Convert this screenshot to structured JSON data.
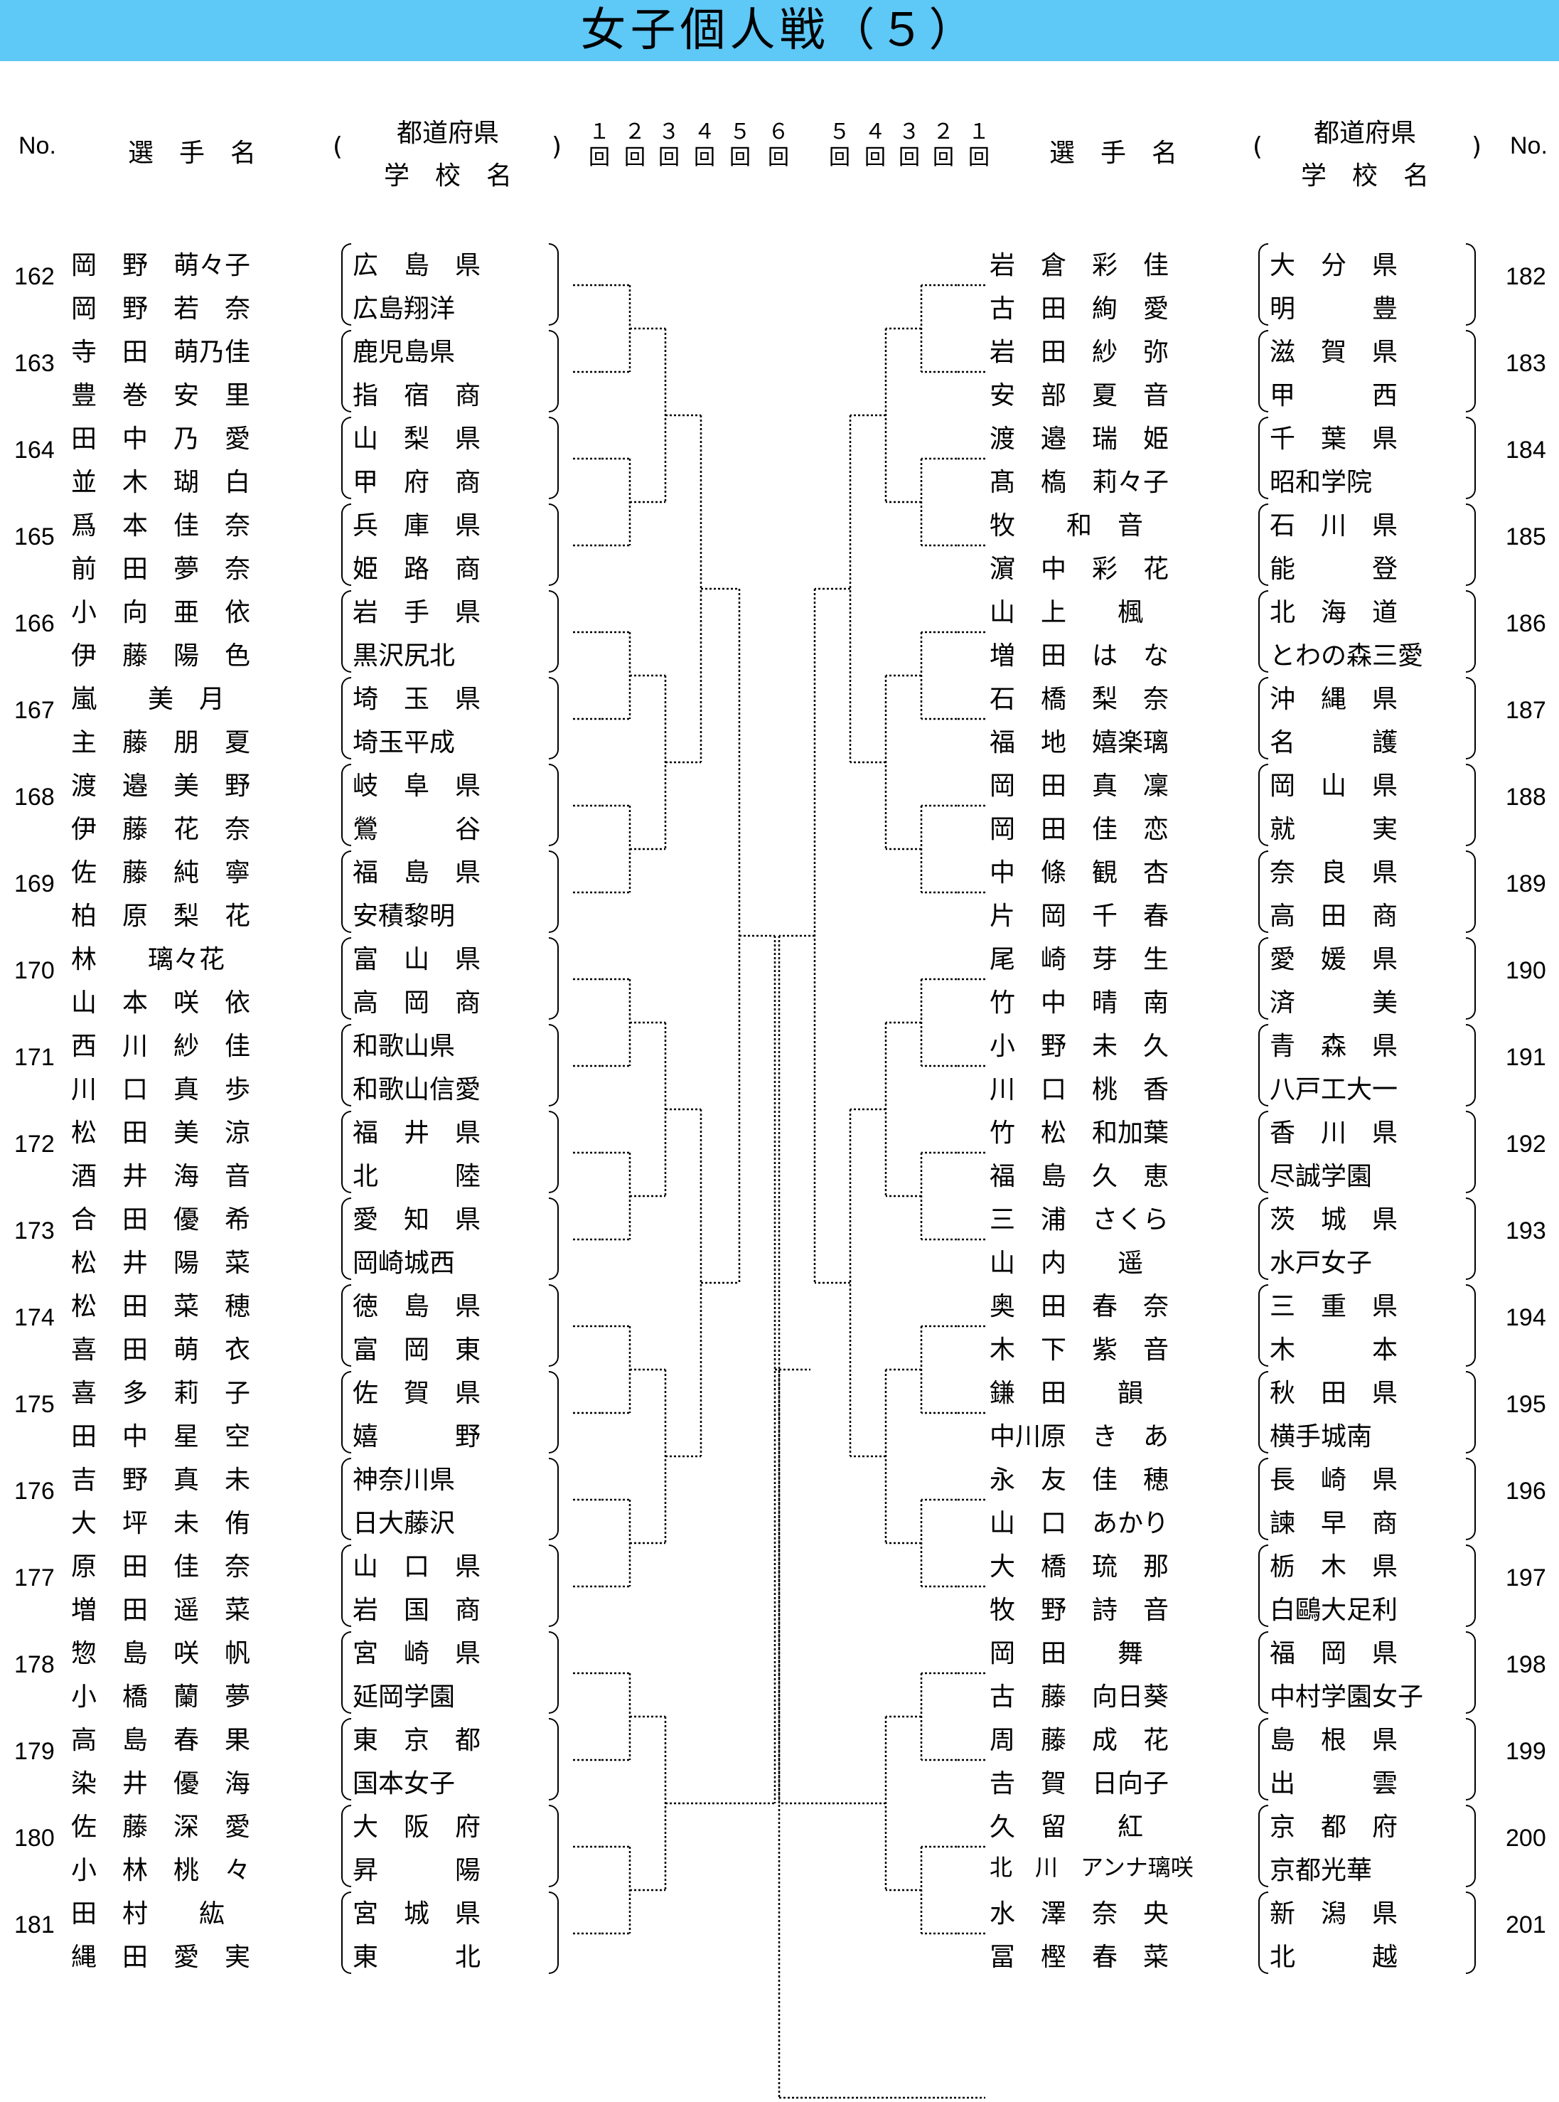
{
  "title": "女子個人戦（５）",
  "header": {
    "no": "No.",
    "player": "選　手　名",
    "pref": "都道府県",
    "school": "学　校　名",
    "paren_open": "(",
    "paren_close": ")",
    "rounds_left": [
      "１\n回",
      "２\n回",
      "３\n回",
      "４\n回",
      "５\n回"
    ],
    "round6": "６\n回",
    "rounds_right": [
      "５\n回",
      "４\n回",
      "３\n回",
      "２\n回",
      "１\n回"
    ]
  },
  "left": [
    {
      "no": "162",
      "p1": "岡　野　萌々子",
      "s1": "広　島　県",
      "p2": "岡　野　若　奈",
      "s2": "広島翔洋"
    },
    {
      "no": "163",
      "p1": "寺　田　萌乃佳",
      "s1": "鹿児島県",
      "p2": "豊　巻　安　里",
      "s2": "指　宿　商"
    },
    {
      "no": "164",
      "p1": "田　中　乃　愛",
      "s1": "山　梨　県",
      "p2": "並　木　瑚　白",
      "s2": "甲　府　商"
    },
    {
      "no": "165",
      "p1": "爲　本　佳　奈",
      "s1": "兵　庫　県",
      "p2": "前　田　夢　奈",
      "s2": "姫　路　商"
    },
    {
      "no": "166",
      "p1": "小　向　亜　依",
      "s1": "岩　手　県",
      "p2": "伊　藤　陽　色",
      "s2": "黒沢尻北"
    },
    {
      "no": "167",
      "p1": "嵐　　美　月",
      "s1": "埼　玉　県",
      "p2": "主　藤　朋　夏",
      "s2": "埼玉平成"
    },
    {
      "no": "168",
      "p1": "渡　邉　美　野",
      "s1": "岐　阜　県",
      "p2": "伊　藤　花　奈",
      "s2": "鶯　　　谷"
    },
    {
      "no": "169",
      "p1": "佐　藤　純　寧",
      "s1": "福　島　県",
      "p2": "柏　原　梨　花",
      "s2": "安積黎明"
    },
    {
      "no": "170",
      "p1": "林　　璃々花",
      "s1": "富　山　県",
      "p2": "山　本　咲　依",
      "s2": "高　岡　商"
    },
    {
      "no": "171",
      "p1": "西　川　紗　佳",
      "s1": "和歌山県",
      "p2": "川　口　真　歩",
      "s2": "和歌山信愛"
    },
    {
      "no": "172",
      "p1": "松　田　美　涼",
      "s1": "福　井　県",
      "p2": "酒　井　海　音",
      "s2": "北　　　陸"
    },
    {
      "no": "173",
      "p1": "合　田　優　希",
      "s1": "愛　知　県",
      "p2": "松　井　陽　菜",
      "s2": "岡崎城西"
    },
    {
      "no": "174",
      "p1": "松　田　菜　穂",
      "s1": "徳　島　県",
      "p2": "喜　田　萌　衣",
      "s2": "富　岡　東"
    },
    {
      "no": "175",
      "p1": "喜　多　莉　子",
      "s1": "佐　賀　県",
      "p2": "田　中　星　空",
      "s2": "嬉　　　野"
    },
    {
      "no": "176",
      "p1": "吉　野　真　未",
      "s1": "神奈川県",
      "p2": "大　坪　未　侑",
      "s2": "日大藤沢"
    },
    {
      "no": "177",
      "p1": "原　田　佳　奈",
      "s1": "山　口　県",
      "p2": "増　田　遥　菜",
      "s2": "岩　国　商"
    },
    {
      "no": "178",
      "p1": "惣　島　咲　帆",
      "s1": "宮　崎　県",
      "p2": "小　橋　蘭　夢",
      "s2": "延岡学園"
    },
    {
      "no": "179",
      "p1": "高　島　春　果",
      "s1": "東　京　都",
      "p2": "染　井　優　海",
      "s2": "国本女子"
    },
    {
      "no": "180",
      "p1": "佐　藤　深　愛",
      "s1": "大　阪　府",
      "p2": "小　林　桃　々",
      "s2": "昇　　　陽"
    },
    {
      "no": "181",
      "p1": "田　村　　紘",
      "s1": "宮　城　県",
      "p2": "縄　田　愛　実",
      "s2": "東　　　北"
    }
  ],
  "right": [
    {
      "no": "182",
      "p1": "岩　倉　彩　佳",
      "s1": "大　分　県",
      "p2": "古　田　絢　愛",
      "s2": "明　　　豊"
    },
    {
      "no": "183",
      "p1": "岩　田　紗　弥",
      "s1": "滋　賀　県",
      "p2": "安　部　夏　音",
      "s2": "甲　　　西"
    },
    {
      "no": "184",
      "p1": "渡　邉　瑞　姫",
      "s1": "千　葉　県",
      "p2": "髙　槗　莉々子",
      "s2": "昭和学院"
    },
    {
      "no": "185",
      "p1": "牧　　和　音",
      "s1": "石　川　県",
      "p2": "濵　中　彩　花",
      "s2": "能　　　登"
    },
    {
      "no": "186",
      "p1": "山　上　　楓",
      "s1": "北　海　道",
      "p2": "増　田　は　な",
      "s2": "とわの森三愛"
    },
    {
      "no": "187",
      "p1": "石　橋　梨　奈",
      "s1": "沖　縄　県",
      "p2": "福　地　嬉楽璃",
      "s2": "名　　　護"
    },
    {
      "no": "188",
      "p1": "岡　田　真　凜",
      "s1": "岡　山　県",
      "p2": "岡　田　佳　恋",
      "s2": "就　　　実"
    },
    {
      "no": "189",
      "p1": "中　條　観　杏",
      "s1": "奈　良　県",
      "p2": "片　岡　千　春",
      "s2": "高　田　商"
    },
    {
      "no": "190",
      "p1": "尾　崎　芽　生",
      "s1": "愛　媛　県",
      "p2": "竹　中　晴　南",
      "s2": "済　　　美"
    },
    {
      "no": "191",
      "p1": "小　野　未　久",
      "s1": "青　森　県",
      "p2": "川　口　桃　香",
      "s2": "八戸工大一"
    },
    {
      "no": "192",
      "p1": "竹　松　和加葉",
      "s1": "香　川　県",
      "p2": "福　島　久　恵",
      "s2": "尽誠学園"
    },
    {
      "no": "193",
      "p1": "三　浦　さくら",
      "s1": "茨　城　県",
      "p2": "山　内　　遥",
      "s2": "水戸女子"
    },
    {
      "no": "194",
      "p1": "奥　田　春　奈",
      "s1": "三　重　県",
      "p2": "木　下　紫　音",
      "s2": "木　　　本"
    },
    {
      "no": "195",
      "p1": "鎌　田　　韻",
      "s1": "秋　田　県",
      "p2": "中川原　き　あ",
      "s2": "横手城南"
    },
    {
      "no": "196",
      "p1": "永　友　佳　穂",
      "s1": "長　崎　県",
      "p2": "山　口　あかり",
      "s2": "諫　早　商"
    },
    {
      "no": "197",
      "p1": "大　橋　琉　那",
      "s1": "栃　木　県",
      "p2": "牧　野　詩　音",
      "s2": "白鷗大足利"
    },
    {
      "no": "198",
      "p1": "岡　田　　舞",
      "s1": "福　岡　県",
      "p2": "古　藤　向日葵",
      "s2": "中村学園女子"
    },
    {
      "no": "199",
      "p1": "周　藤　成　花",
      "s1": "島　根　県",
      "p2": "𠮷　賀　日向子",
      "s2": "出　　　雲"
    },
    {
      "no": "200",
      "p1": "久　留　　紅",
      "s1": "京　都　府",
      "p2": "北　川　アンナ璃咲",
      "s2": "京都光華"
    },
    {
      "no": "201",
      "p1": "水　澤　奈　央",
      "s1": "新　潟　県",
      "p2": "冨　樫　春　菜",
      "s2": "北　　　越"
    }
  ]
}
